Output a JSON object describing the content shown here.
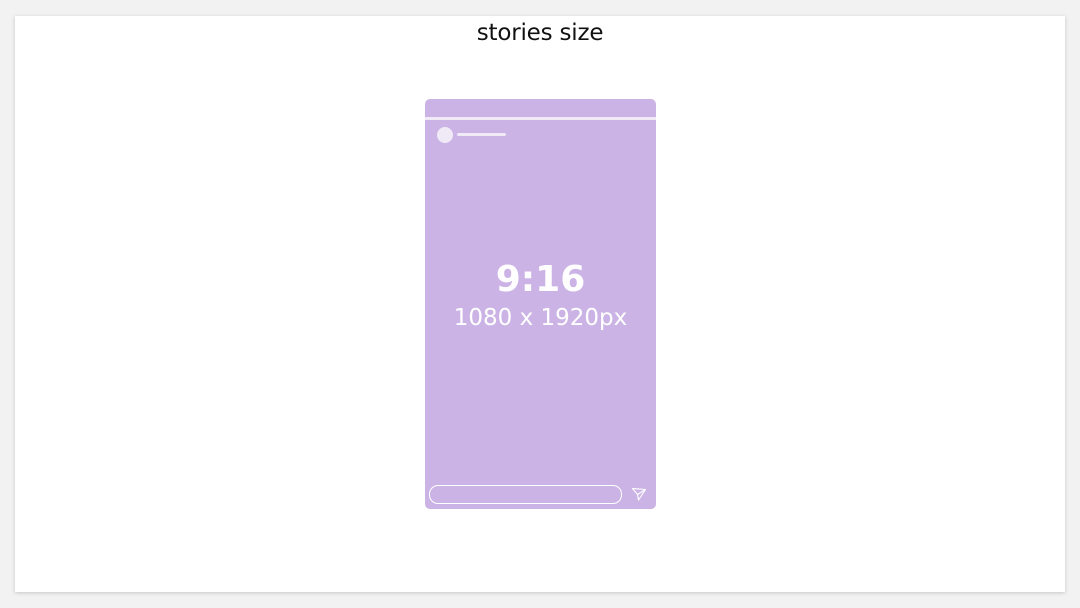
{
  "page": {
    "title": "stories size"
  },
  "story": {
    "ratio": "9:16",
    "dimensions": "1080 x 1920px",
    "background_color": "#cbb4e5",
    "accent_color": "#f0eaf7",
    "reply_placeholder": "",
    "send_icon": "send-icon"
  }
}
